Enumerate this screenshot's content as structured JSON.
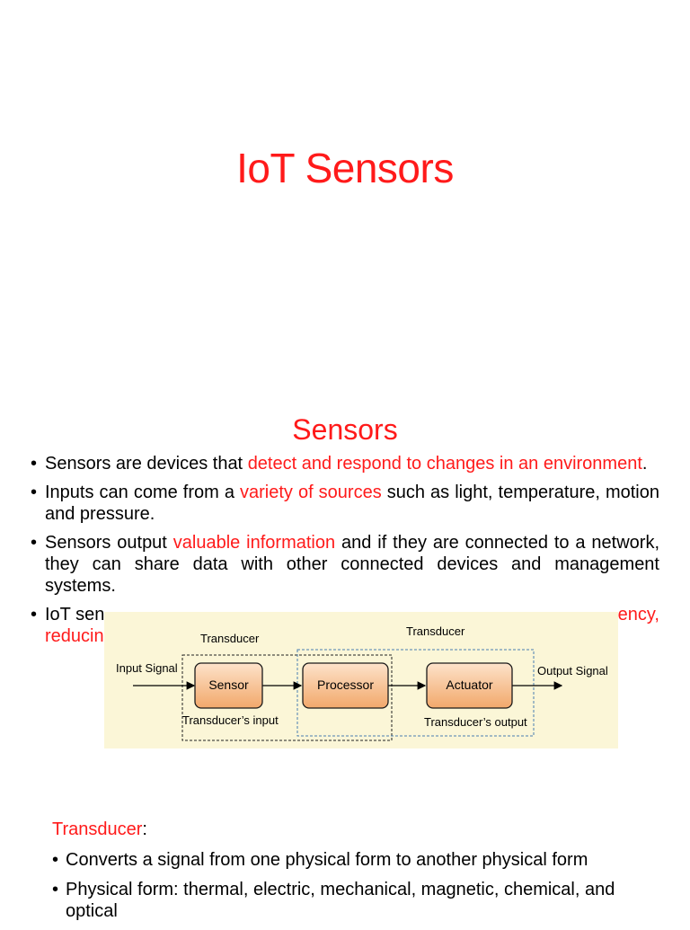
{
  "slide1": {
    "title": "IoT Sensors"
  },
  "slide2": {
    "heading": "Sensors",
    "bullets": [
      {
        "a": "Sensors are devices that ",
        "hl": "detect and respond to changes in an environment",
        "b": "."
      },
      {
        "a": "Inputs can come from a ",
        "hl": "variety of sources",
        "b": " such as light, temperature, motion and pressure."
      },
      {
        "a": "Sensors output ",
        "hl": "valuable information",
        "b": " and if they are connected to a network, they can share data with other connected devices and management systems."
      },
      {
        "a": "IoT sen",
        "hl": "ency, reducin",
        "b": ""
      }
    ],
    "diagram": {
      "label_transducer_left": "Transducer",
      "label_transducer_right": "Transducer",
      "input_signal": "Input Signal",
      "output_signal": "Output Signal",
      "sensor": "Sensor",
      "processor": "Processor",
      "actuator": "Actuator",
      "transducer_input": "Transducer’s input",
      "transducer_output": "Transducer’s output"
    },
    "transducer_label": "Transducer",
    "transducer_colon": ":",
    "transducer_bullets": [
      "Converts a signal from one physical form to another physical form",
      "Physical form: thermal, electric, mechanical, magnetic, chemical, and optical"
    ]
  },
  "colors": {
    "accent_red": "#ff1a1a",
    "diagram_bg": "#fbf6d7",
    "box_fill": "#f7c59a",
    "box_stroke": "#1a1a1a",
    "dashed_left": "#222222",
    "dashed_right": "#4a7fb0"
  }
}
